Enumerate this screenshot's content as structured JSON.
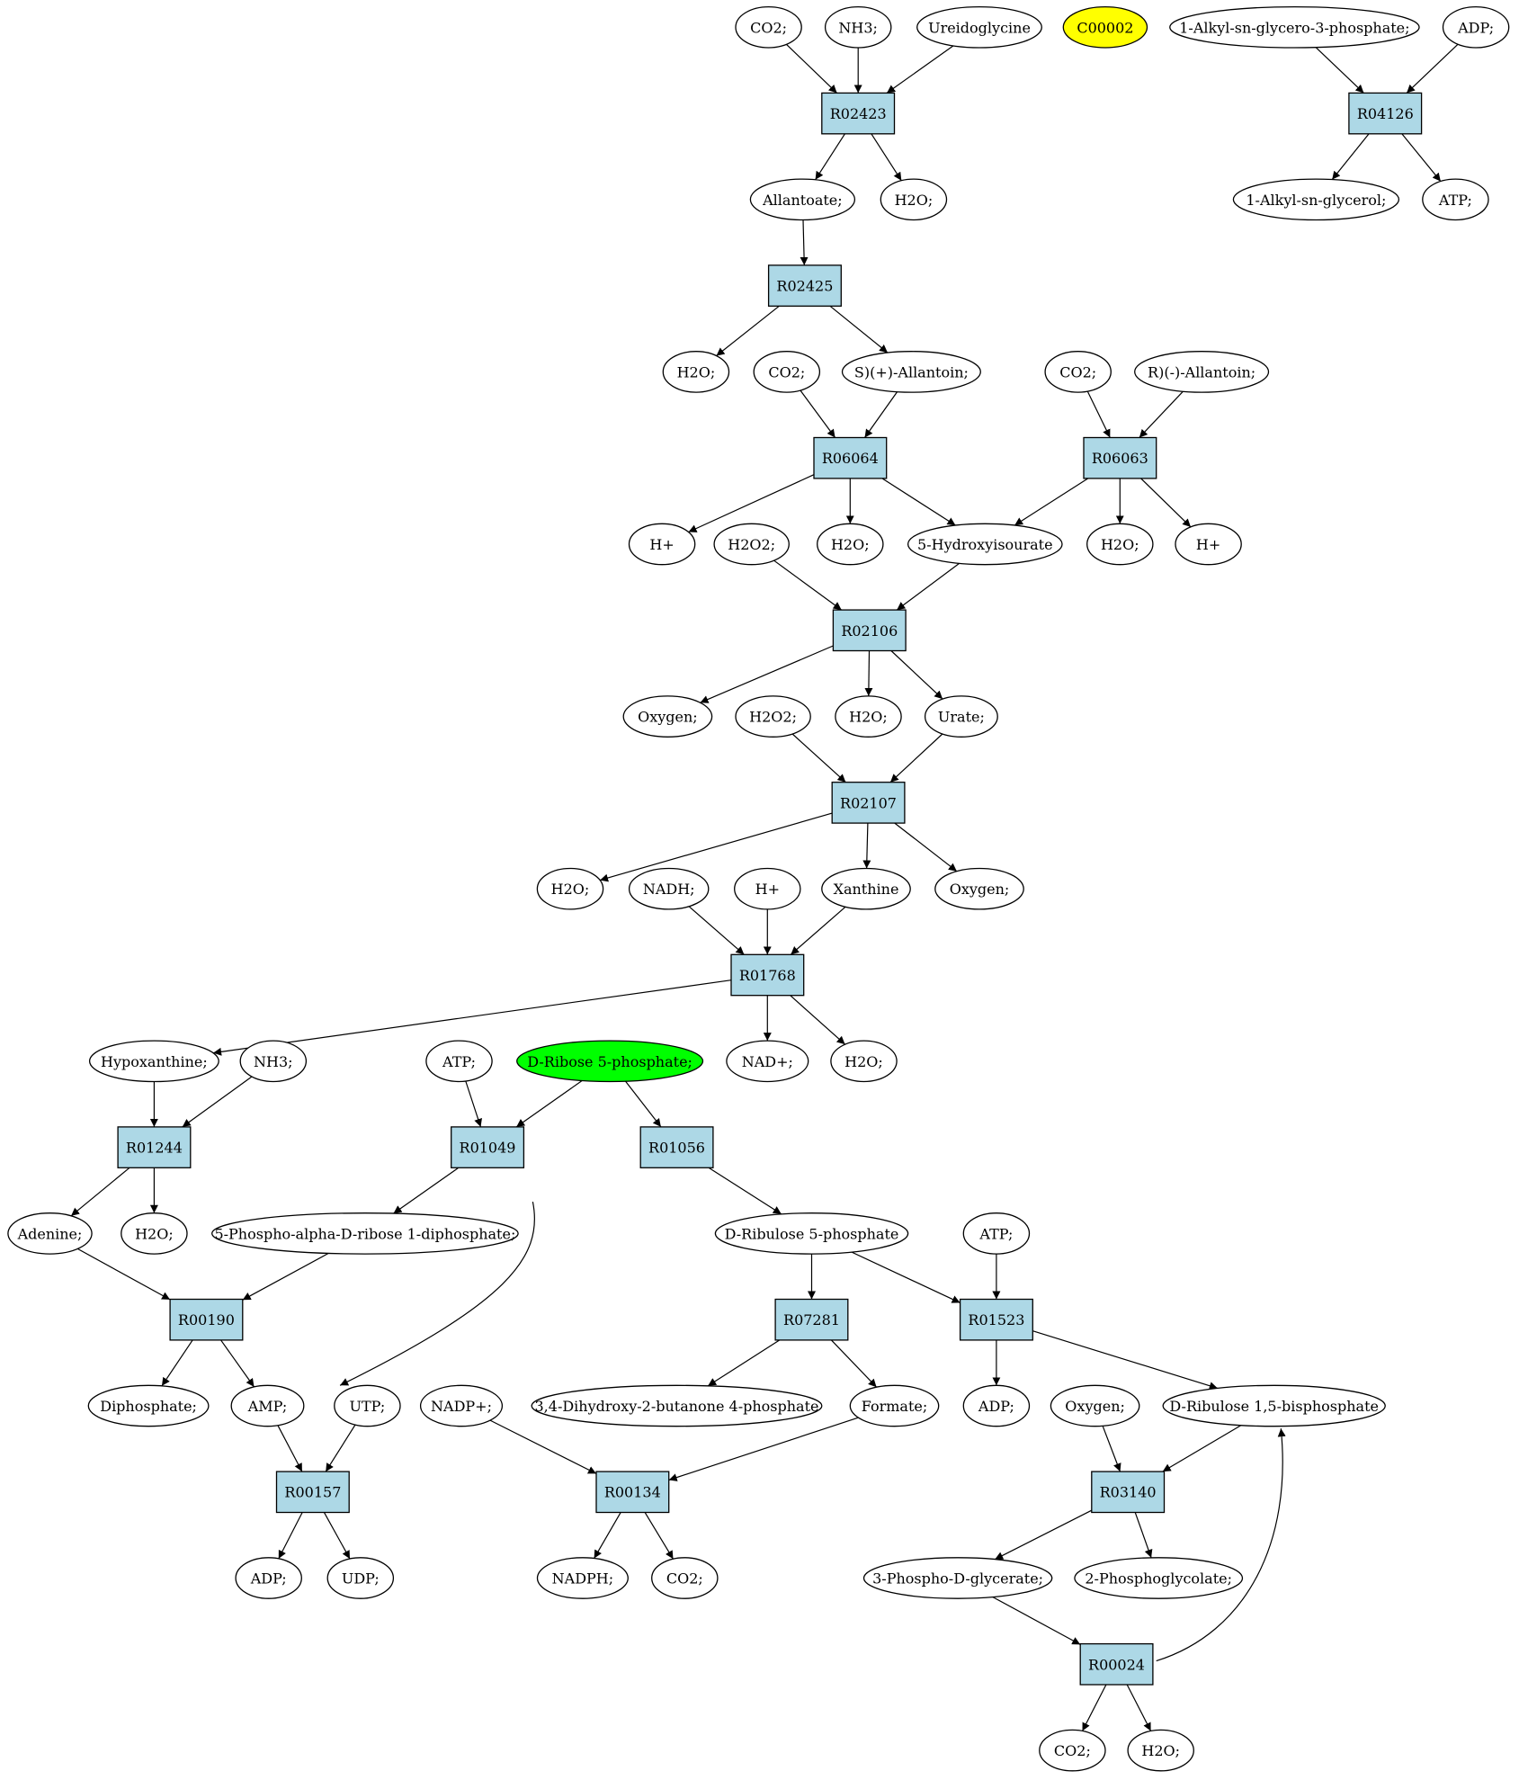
{
  "colors": {
    "reaction_fill": "#add8e6",
    "compound_fill": "#ffffff",
    "highlight_yellow": "#ffff00",
    "highlight_green": "#00ff00",
    "stroke": "#000000"
  },
  "nodes": [
    {
      "id": "c_co2_a",
      "kind": "compound",
      "label": "CO2;"
    },
    {
      "id": "c_nh3_a",
      "kind": "compound",
      "label": "NH3;"
    },
    {
      "id": "c_ureidoglycine",
      "kind": "compound",
      "label": "Ureidoglycine"
    },
    {
      "id": "c_c00002",
      "kind": "compound",
      "label": "C00002",
      "fill": "highlight_yellow"
    },
    {
      "id": "c_alkyl_g3p",
      "kind": "compound",
      "label": "1-Alkyl-sn-glycero-3-phosphate;"
    },
    {
      "id": "c_adp_a",
      "kind": "compound",
      "label": "ADP;"
    },
    {
      "id": "r_R02423",
      "kind": "reaction",
      "label": "R02423"
    },
    {
      "id": "r_R04126",
      "kind": "reaction",
      "label": "R04126"
    },
    {
      "id": "c_allantoate",
      "kind": "compound",
      "label": "Allantoate;"
    },
    {
      "id": "c_h2o_a",
      "kind": "compound",
      "label": "H2O;"
    },
    {
      "id": "c_alkyl_glycerol",
      "kind": "compound",
      "label": "1-Alkyl-sn-glycerol;"
    },
    {
      "id": "c_atp_a",
      "kind": "compound",
      "label": "ATP;"
    },
    {
      "id": "r_R02425",
      "kind": "reaction",
      "label": "R02425"
    },
    {
      "id": "c_h2o_b",
      "kind": "compound",
      "label": "H2O;"
    },
    {
      "id": "c_co2_b",
      "kind": "compound",
      "label": "CO2;"
    },
    {
      "id": "c_s_allantoin",
      "kind": "compound",
      "label": "S)(+)-Allantoin;"
    },
    {
      "id": "c_co2_c",
      "kind": "compound",
      "label": "CO2;"
    },
    {
      "id": "c_r_allantoin",
      "kind": "compound",
      "label": "R)(-)-Allantoin;"
    },
    {
      "id": "r_R06064",
      "kind": "reaction",
      "label": "R06064"
    },
    {
      "id": "r_R06063",
      "kind": "reaction",
      "label": "R06063"
    },
    {
      "id": "c_hplus_a",
      "kind": "compound",
      "label": "H+"
    },
    {
      "id": "c_h2o2_a",
      "kind": "compound",
      "label": "H2O2;"
    },
    {
      "id": "c_h2o_c",
      "kind": "compound",
      "label": "H2O;"
    },
    {
      "id": "c_5hiu",
      "kind": "compound",
      "label": "5-Hydroxyisourate"
    },
    {
      "id": "c_h2o_d",
      "kind": "compound",
      "label": "H2O;"
    },
    {
      "id": "c_hplus_b",
      "kind": "compound",
      "label": "H+"
    },
    {
      "id": "r_R02106",
      "kind": "reaction",
      "label": "R02106"
    },
    {
      "id": "c_oxygen_a",
      "kind": "compound",
      "label": "Oxygen;"
    },
    {
      "id": "c_h2o2_b",
      "kind": "compound",
      "label": "H2O2;"
    },
    {
      "id": "c_h2o_e",
      "kind": "compound",
      "label": "H2O;"
    },
    {
      "id": "c_urate",
      "kind": "compound",
      "label": "Urate;"
    },
    {
      "id": "r_R02107",
      "kind": "reaction",
      "label": "R02107"
    },
    {
      "id": "c_h2o_f",
      "kind": "compound",
      "label": "H2O;"
    },
    {
      "id": "c_nadh",
      "kind": "compound",
      "label": "NADH;"
    },
    {
      "id": "c_hplus_c",
      "kind": "compound",
      "label": "H+"
    },
    {
      "id": "c_xanthine",
      "kind": "compound",
      "label": "Xanthine"
    },
    {
      "id": "c_oxygen_b",
      "kind": "compound",
      "label": "Oxygen;"
    },
    {
      "id": "r_R01768",
      "kind": "reaction",
      "label": "R01768"
    },
    {
      "id": "c_hypoxanthine",
      "kind": "compound",
      "label": "Hypoxanthine;"
    },
    {
      "id": "c_nh3_b",
      "kind": "compound",
      "label": "NH3;"
    },
    {
      "id": "c_atp_b",
      "kind": "compound",
      "label": "ATP;"
    },
    {
      "id": "c_ribose5p",
      "kind": "compound",
      "label": "D-Ribose 5-phosphate;",
      "fill": "highlight_green"
    },
    {
      "id": "c_nadplus_a",
      "kind": "compound",
      "label": "NAD+;"
    },
    {
      "id": "c_h2o_g",
      "kind": "compound",
      "label": "H2O;"
    },
    {
      "id": "r_R01244",
      "kind": "reaction",
      "label": "R01244"
    },
    {
      "id": "r_R01049",
      "kind": "reaction",
      "label": "R01049"
    },
    {
      "id": "r_R01056",
      "kind": "reaction",
      "label": "R01056"
    },
    {
      "id": "c_adenine",
      "kind": "compound",
      "label": "Adenine;"
    },
    {
      "id": "c_h2o_h",
      "kind": "compound",
      "label": "H2O;"
    },
    {
      "id": "c_prpp",
      "kind": "compound",
      "label": "5-Phospho-alpha-D-ribose 1-diphosphate;"
    },
    {
      "id": "c_ribulose5p",
      "kind": "compound",
      "label": "D-Ribulose 5-phosphate"
    },
    {
      "id": "c_atp_c",
      "kind": "compound",
      "label": "ATP;"
    },
    {
      "id": "r_R00190",
      "kind": "reaction",
      "label": "R00190"
    },
    {
      "id": "r_R07281",
      "kind": "reaction",
      "label": "R07281"
    },
    {
      "id": "r_R01523",
      "kind": "reaction",
      "label": "R01523"
    },
    {
      "id": "c_diphosphate",
      "kind": "compound",
      "label": "Diphosphate;"
    },
    {
      "id": "c_amp",
      "kind": "compound",
      "label": "AMP;"
    },
    {
      "id": "c_utp",
      "kind": "compound",
      "label": "UTP;"
    },
    {
      "id": "c_nadpplus",
      "kind": "compound",
      "label": "NADP+;"
    },
    {
      "id": "c_dhbp",
      "kind": "compound",
      "label": "3,4-Dihydroxy-2-butanone 4-phosphate"
    },
    {
      "id": "c_formate",
      "kind": "compound",
      "label": "Formate;"
    },
    {
      "id": "c_adp_b",
      "kind": "compound",
      "label": "ADP;"
    },
    {
      "id": "c_oxygen_c",
      "kind": "compound",
      "label": "Oxygen;"
    },
    {
      "id": "c_rubp",
      "kind": "compound",
      "label": "D-Ribulose 1,5-bisphosphate"
    },
    {
      "id": "r_R00157",
      "kind": "reaction",
      "label": "R00157"
    },
    {
      "id": "r_R00134",
      "kind": "reaction",
      "label": "R00134"
    },
    {
      "id": "r_R03140",
      "kind": "reaction",
      "label": "R03140"
    },
    {
      "id": "c_adp_c",
      "kind": "compound",
      "label": "ADP;"
    },
    {
      "id": "c_udp",
      "kind": "compound",
      "label": "UDP;"
    },
    {
      "id": "c_nadph",
      "kind": "compound",
      "label": "NADPH;"
    },
    {
      "id": "c_co2_d",
      "kind": "compound",
      "label": "CO2;"
    },
    {
      "id": "c_3pg",
      "kind": "compound",
      "label": "3-Phospho-D-glycerate;"
    },
    {
      "id": "c_2pg",
      "kind": "compound",
      "label": "2-Phosphoglycolate;"
    },
    {
      "id": "r_R00024",
      "kind": "reaction",
      "label": "R00024"
    },
    {
      "id": "c_co2_e",
      "kind": "compound",
      "label": "CO2;"
    },
    {
      "id": "c_h2o_i",
      "kind": "compound",
      "label": "H2O;"
    }
  ],
  "edges": [
    [
      "c_co2_a",
      "r_R02423"
    ],
    [
      "c_nh3_a",
      "r_R02423"
    ],
    [
      "c_ureidoglycine",
      "r_R02423"
    ],
    [
      "r_R02423",
      "c_allantoate"
    ],
    [
      "r_R02423",
      "c_h2o_a"
    ],
    [
      "c_alkyl_g3p",
      "r_R04126"
    ],
    [
      "c_adp_a",
      "r_R04126"
    ],
    [
      "r_R04126",
      "c_alkyl_glycerol"
    ],
    [
      "r_R04126",
      "c_atp_a"
    ],
    [
      "c_allantoate",
      "r_R02425"
    ],
    [
      "r_R02425",
      "c_h2o_b"
    ],
    [
      "r_R02425",
      "c_s_allantoin"
    ],
    [
      "c_co2_b",
      "r_R06064"
    ],
    [
      "c_s_allantoin",
      "r_R06064"
    ],
    [
      "c_co2_c",
      "r_R06063"
    ],
    [
      "c_r_allantoin",
      "r_R06063"
    ],
    [
      "r_R06064",
      "c_hplus_a"
    ],
    [
      "r_R06064",
      "c_h2o_c"
    ],
    [
      "r_R06064",
      "c_5hiu"
    ],
    [
      "r_R06063",
      "c_5hiu"
    ],
    [
      "r_R06063",
      "c_h2o_d"
    ],
    [
      "r_R06063",
      "c_hplus_b"
    ],
    [
      "c_h2o2_a",
      "r_R02106"
    ],
    [
      "c_5hiu",
      "r_R02106"
    ],
    [
      "r_R02106",
      "c_oxygen_a"
    ],
    [
      "r_R02106",
      "c_h2o_e"
    ],
    [
      "r_R02106",
      "c_urate"
    ],
    [
      "c_h2o2_b",
      "r_R02107"
    ],
    [
      "c_urate",
      "r_R02107"
    ],
    [
      "r_R02107",
      "c_h2o_f"
    ],
    [
      "r_R02107",
      "c_xanthine"
    ],
    [
      "r_R02107",
      "c_oxygen_b"
    ],
    [
      "c_nadh",
      "r_R01768"
    ],
    [
      "c_hplus_c",
      "r_R01768"
    ],
    [
      "c_xanthine",
      "r_R01768"
    ],
    [
      "r_R01768",
      "c_hypoxanthine"
    ],
    [
      "r_R01768",
      "c_nadplus_a"
    ],
    [
      "r_R01768",
      "c_h2o_g"
    ],
    [
      "c_hypoxanthine",
      "r_R01244"
    ],
    [
      "c_nh3_b",
      "r_R01244"
    ],
    [
      "r_R01244",
      "c_adenine"
    ],
    [
      "r_R01244",
      "c_h2o_h"
    ],
    [
      "c_atp_b",
      "r_R01049"
    ],
    [
      "c_ribose5p",
      "r_R01049"
    ],
    [
      "r_R01049",
      "c_prpp"
    ],
    [
      "r_R01049",
      "c_amp"
    ],
    [
      "c_ribose5p",
      "r_R01056"
    ],
    [
      "r_R01056",
      "c_ribulose5p"
    ],
    [
      "c_adenine",
      "r_R00190"
    ],
    [
      "c_prpp",
      "r_R00190"
    ],
    [
      "r_R00190",
      "c_diphosphate"
    ],
    [
      "r_R00190",
      "c_amp"
    ],
    [
      "c_ribulose5p",
      "r_R07281"
    ],
    [
      "c_ribulose5p",
      "r_R01523"
    ],
    [
      "c_atp_c",
      "r_R01523"
    ],
    [
      "r_R07281",
      "c_dhbp"
    ],
    [
      "r_R07281",
      "c_formate"
    ],
    [
      "r_R01523",
      "c_adp_b"
    ],
    [
      "r_R01523",
      "c_rubp"
    ],
    [
      "c_amp",
      "r_R00157"
    ],
    [
      "c_utp",
      "r_R00157"
    ],
    [
      "r_R00157",
      "c_adp_c"
    ],
    [
      "r_R00157",
      "c_udp"
    ],
    [
      "c_nadpplus",
      "r_R00134"
    ],
    [
      "c_formate",
      "r_R00134"
    ],
    [
      "r_R00134",
      "c_nadph"
    ],
    [
      "r_R00134",
      "c_co2_d"
    ],
    [
      "c_oxygen_c",
      "r_R03140"
    ],
    [
      "c_rubp",
      "r_R03140"
    ],
    [
      "r_R03140",
      "c_3pg"
    ],
    [
      "r_R03140",
      "c_2pg"
    ],
    [
      "c_3pg",
      "r_R00024"
    ],
    [
      "r_R00024",
      "c_rubp"
    ],
    [
      "r_R00024",
      "c_co2_e"
    ],
    [
      "r_R00024",
      "c_h2o_i"
    ]
  ]
}
